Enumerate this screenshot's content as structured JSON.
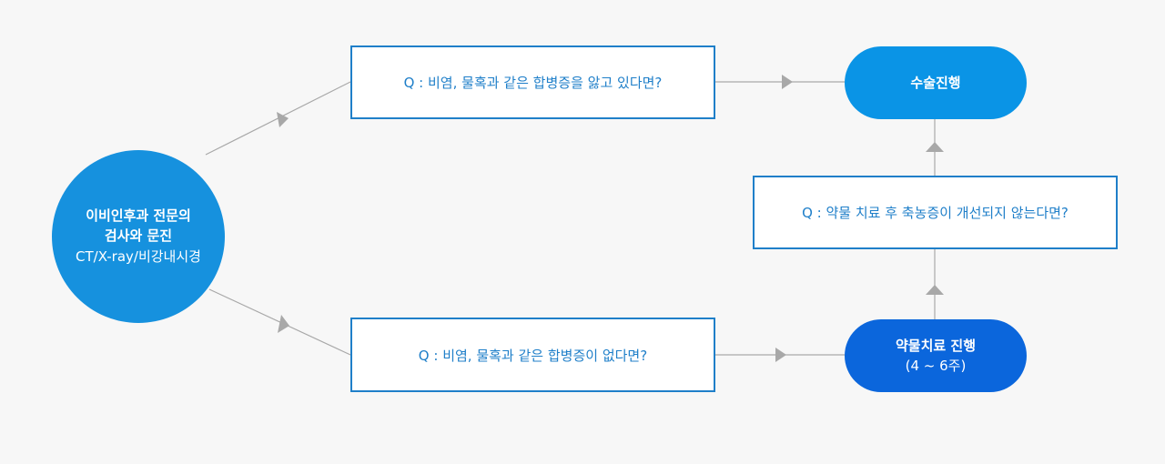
{
  "start": {
    "line1": "이비인후과 전문의",
    "line2": "검사와 문진",
    "line3": "CT/X-ray/비강내시경"
  },
  "questions": {
    "q_top": "Q : 비염, 물혹과 같은 합병증을 앓고 있다면?",
    "q_bottom": "Q : 비염, 물혹과 같은 합병증이 없다면?",
    "q_right": "Q : 약물 치료 후 축농증이 개선되지 않는다면?"
  },
  "outcomes": {
    "surgery": "수술진행",
    "medication": "약물치료 진행",
    "medication_duration": "(4 ~ 6주)"
  },
  "colors": {
    "background": "#f7f7f7",
    "start_circle": "#1691de",
    "box_border": "#1f7fc9",
    "surgery_pill": "#0a94e6",
    "medication_pill": "#0b66dc",
    "connector": "#a8a8a8"
  }
}
